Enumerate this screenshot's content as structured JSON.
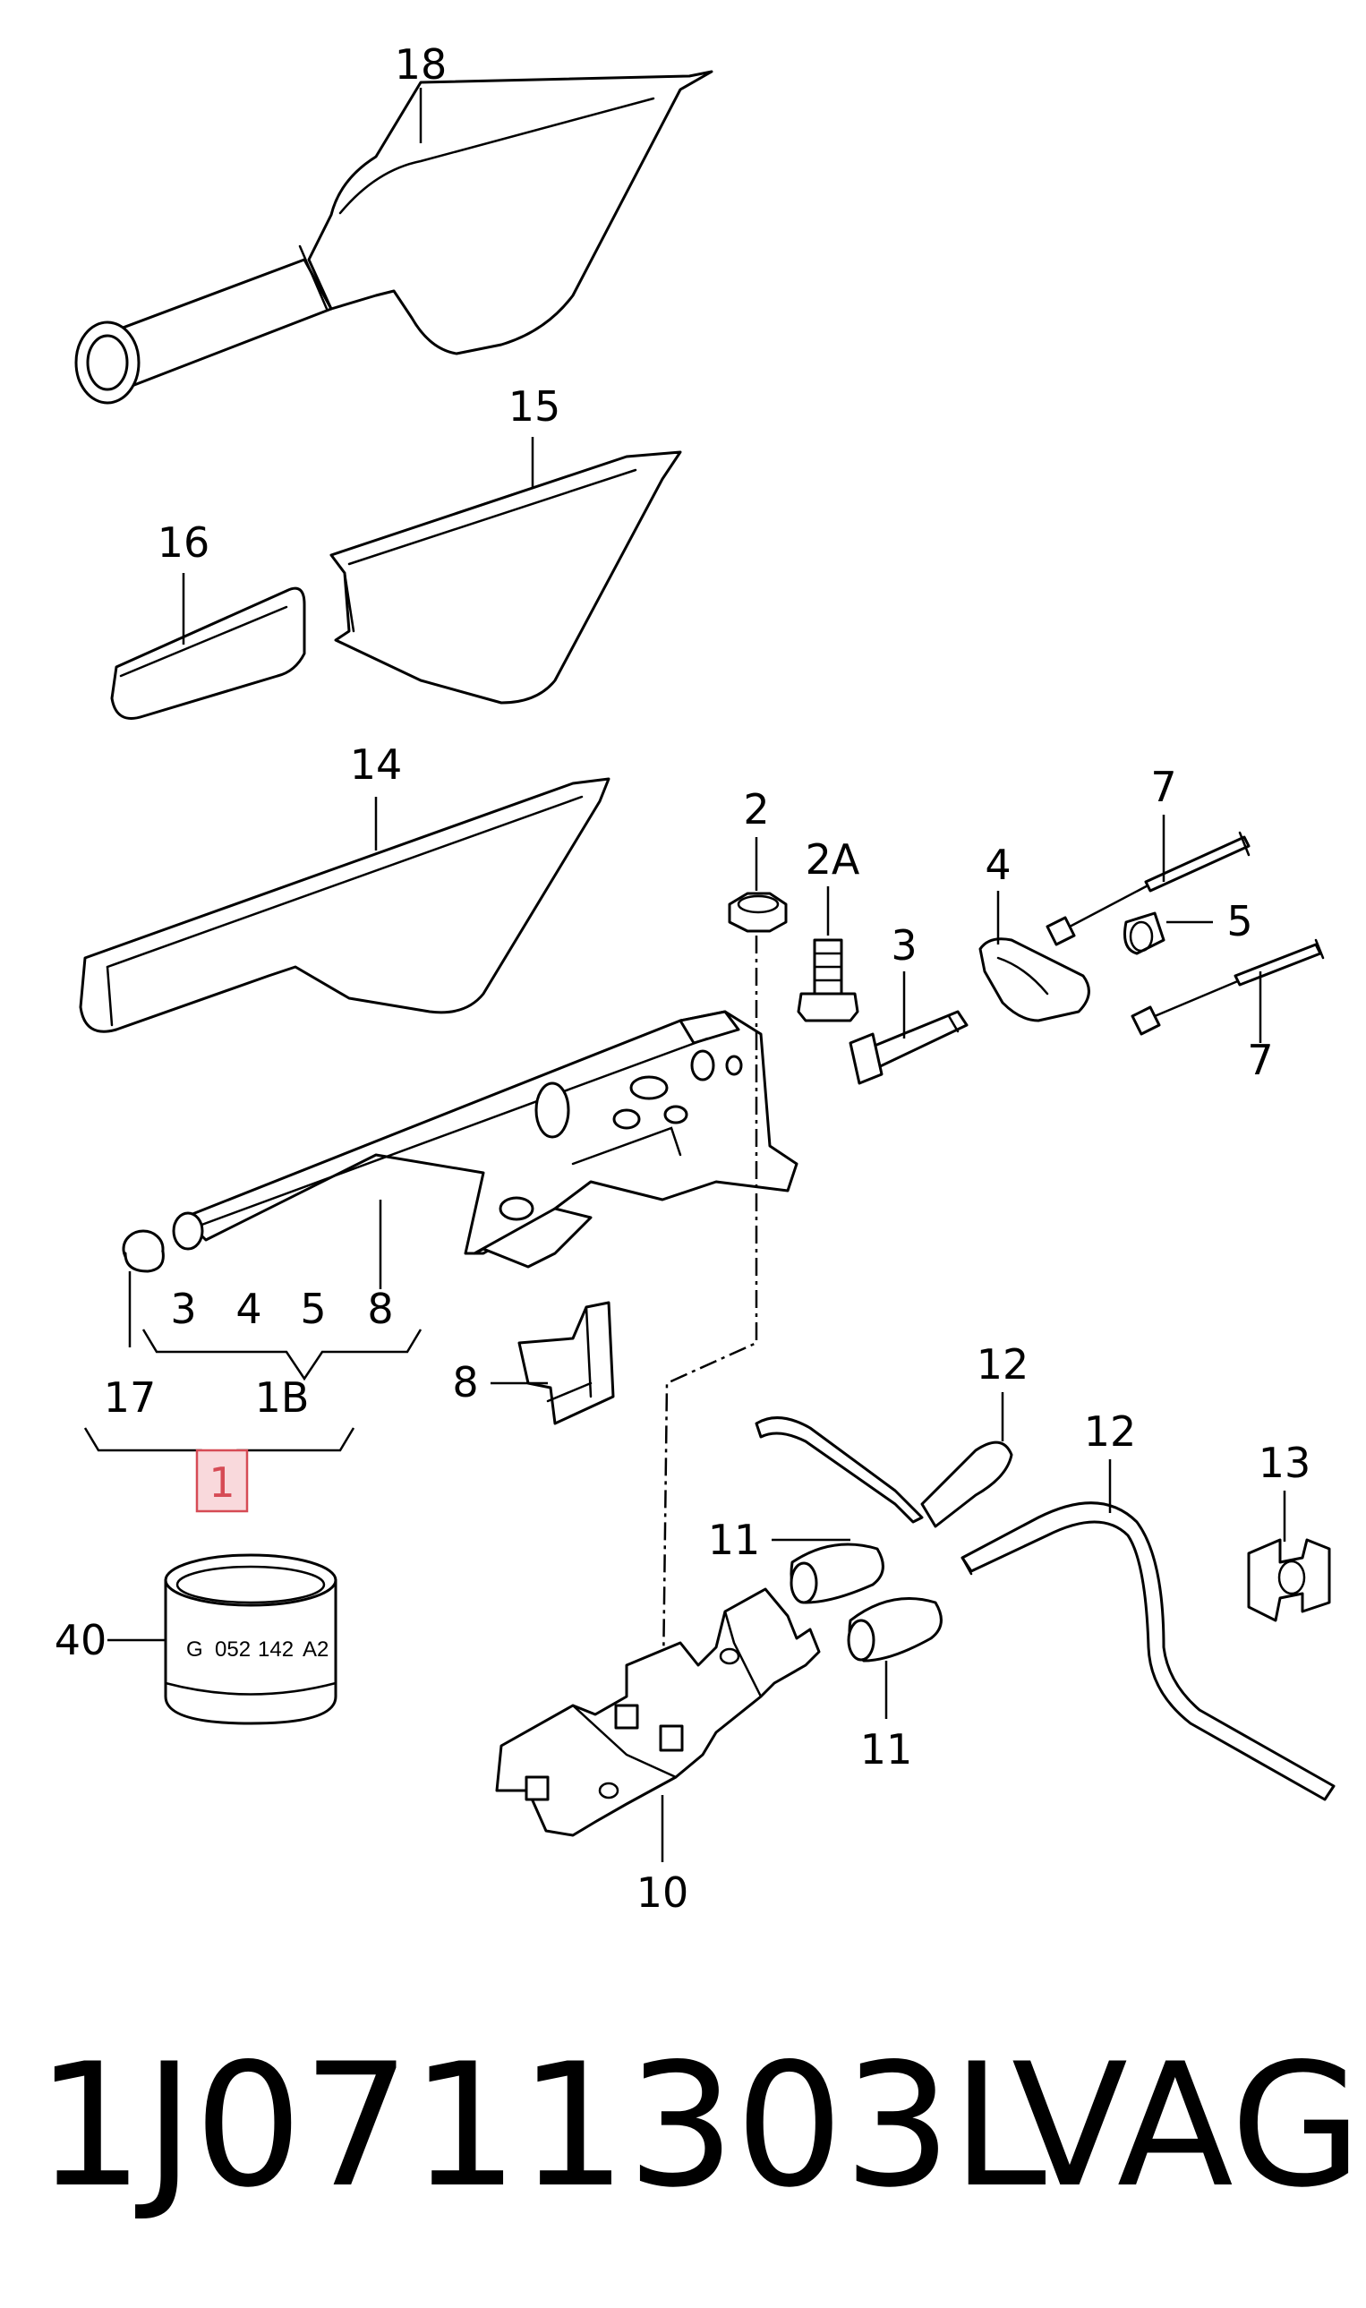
{
  "callouts": {
    "c18": "18",
    "c15": "15",
    "c16": "16",
    "c14": "14",
    "c2": "2",
    "c2a": "2A",
    "c3": "3",
    "c4": "4",
    "c5": "5",
    "c7a": "7",
    "c7b": "7",
    "c17": "17",
    "c1b": "1B",
    "c1": "1",
    "g3": "3",
    "g4": "4",
    "g5": "5",
    "g8": "8",
    "c8": "8",
    "c12a": "12",
    "c12b": "12",
    "c13": "13",
    "c11a": "11",
    "c11b": "11",
    "c10": "10",
    "c40": "40"
  },
  "stamp": {
    "t1": "G",
    "t2": "052",
    "t3": "142",
    "t4": "A2"
  },
  "footer": {
    "part_number": "1J0711303L",
    "brand": "VAG"
  },
  "colors": {
    "line": "#000000",
    "highlight_fill": "#f9d9dc",
    "highlight_border": "#d64b55"
  }
}
